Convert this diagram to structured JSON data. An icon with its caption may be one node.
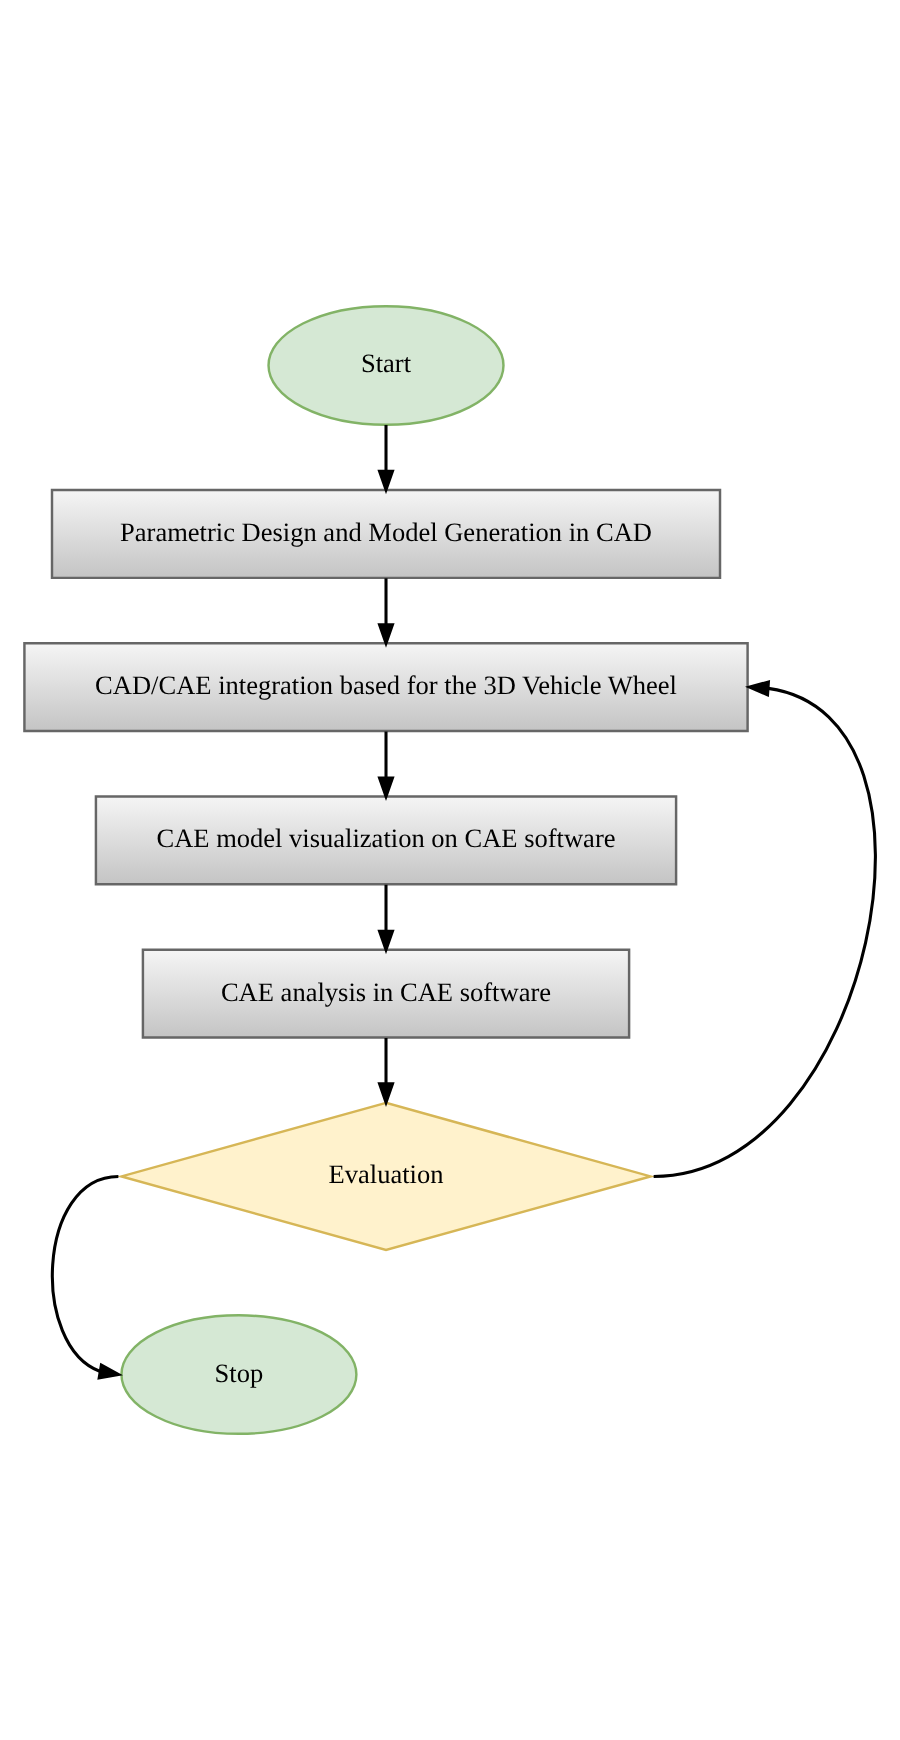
{
  "diagram": {
    "nodes": [
      {
        "text": [
          "Start"
        ]
      },
      {
        "text": [
          "Parametric Design and Model Generation in CAD"
        ]
      },
      {
        "text": [
          "CAD/CAE integration based for the 3D Vehicle Wheel"
        ]
      },
      {
        "text": [
          "CAE model visualization on CAE software"
        ]
      },
      {
        "text": [
          "CAE analysis in CAE software"
        ]
      },
      {
        "text": [
          "Evaluation"
        ]
      },
      {
        "text": [
          "Stop"
        ]
      }
    ],
    "edges": [
      {
        "from": 0,
        "to": 1,
        "arrow": "to"
      },
      {
        "from": 1,
        "to": 2,
        "arrow": "to"
      },
      {
        "from": 2,
        "to": 3,
        "arrow": "to"
      },
      {
        "from": 3,
        "to": 4,
        "arrow": "to"
      },
      {
        "from": 4,
        "to": 5,
        "arrow": "to"
      },
      {
        "from": 5,
        "to": 2,
        "arrow": "to"
      },
      {
        "from": 5,
        "to": 6,
        "arrow": "to"
      }
    ]
  }
}
